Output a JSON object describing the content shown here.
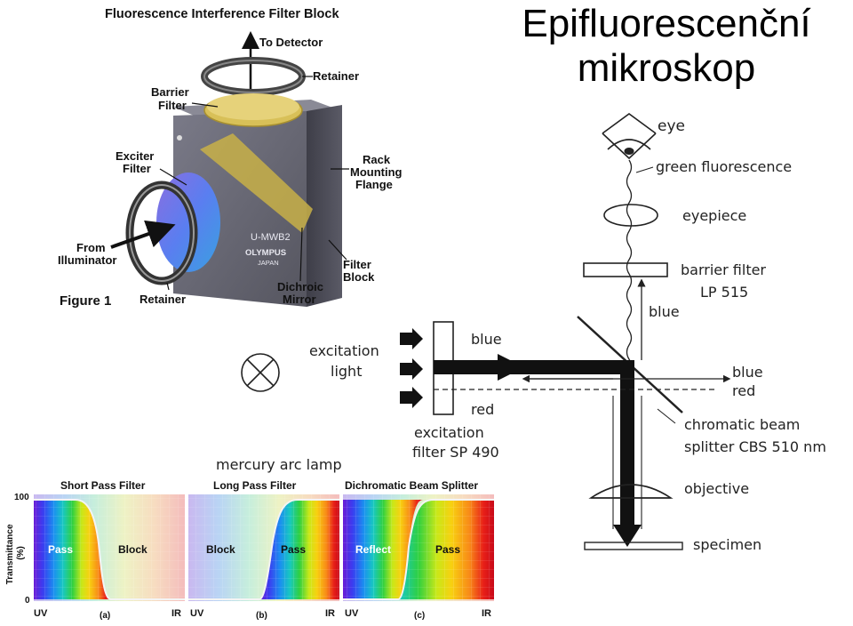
{
  "title": {
    "line1": "Epifluorescenční",
    "line2": "mikroskop"
  },
  "filter_block": {
    "heading": "Fluorescence Interference Filter Block",
    "to_detector": "To Detector",
    "retainer_top": "Retainer",
    "barrier_filter": [
      "Barrier",
      "Filter"
    ],
    "exciter_filter": [
      "Exciter",
      "Filter"
    ],
    "rack": [
      "Rack",
      "Mounting",
      "Flange"
    ],
    "from_illuminator": [
      "From",
      "Illuminator"
    ],
    "filter_block": [
      "Filter",
      "Block"
    ],
    "dichroic": [
      "Dichroic",
      "Mirror"
    ],
    "retainer_bottom": "Retainer",
    "figure": "Figure 1",
    "cube_model": "U-MWB2",
    "cube_brand": "OLYMPUS",
    "cube_country": "JAPAN"
  },
  "optical_diagram": {
    "eye": "eye",
    "green_fluorescence": "green fluorescence",
    "eyepiece": "eyepiece",
    "barrier_filter": [
      "barrier filter",
      "LP 515"
    ],
    "blue_vertical": "blue",
    "excitation_light": [
      "excitation",
      "light"
    ],
    "blue_left": "blue",
    "red_left": "red",
    "blue_right": "blue",
    "red_right": "red",
    "excitation_filter": [
      "excitation",
      "filter SP 490"
    ],
    "beam_splitter": [
      "chromatic beam",
      "splitter CBS 510 nm"
    ],
    "mercury_lamp": "mercury arc lamp",
    "objective": "objective",
    "specimen": "specimen"
  },
  "filter_charts": {
    "y_axis_label": [
      "Transmittance",
      "(%)"
    ],
    "y_max": "100",
    "y_min": "0",
    "panels": [
      {
        "title": "Short Pass Filter",
        "left_text": "Pass",
        "right_text": "Block",
        "x_left": "UV",
        "x_right": "IR",
        "tag": "(a)"
      },
      {
        "title": "Long Pass Filter",
        "left_text": "Block",
        "right_text": "Pass",
        "x_left": "UV",
        "x_right": "IR",
        "tag": "(b)"
      },
      {
        "title": "Dichromatic Beam Splitter",
        "left_text": "Reflect",
        "right_text": "Pass",
        "x_left": "UV",
        "x_right": "IR",
        "tag": "(c)"
      }
    ]
  },
  "colors": {
    "spectrum": [
      "#6a1bd6",
      "#3a3df0",
      "#1a8ff0",
      "#18c8c0",
      "#2fd040",
      "#c8e818",
      "#f8d010",
      "#f88818",
      "#e82018",
      "#c80818"
    ],
    "cube": "#6b6b78",
    "yellow_filter": "#e0c860"
  }
}
